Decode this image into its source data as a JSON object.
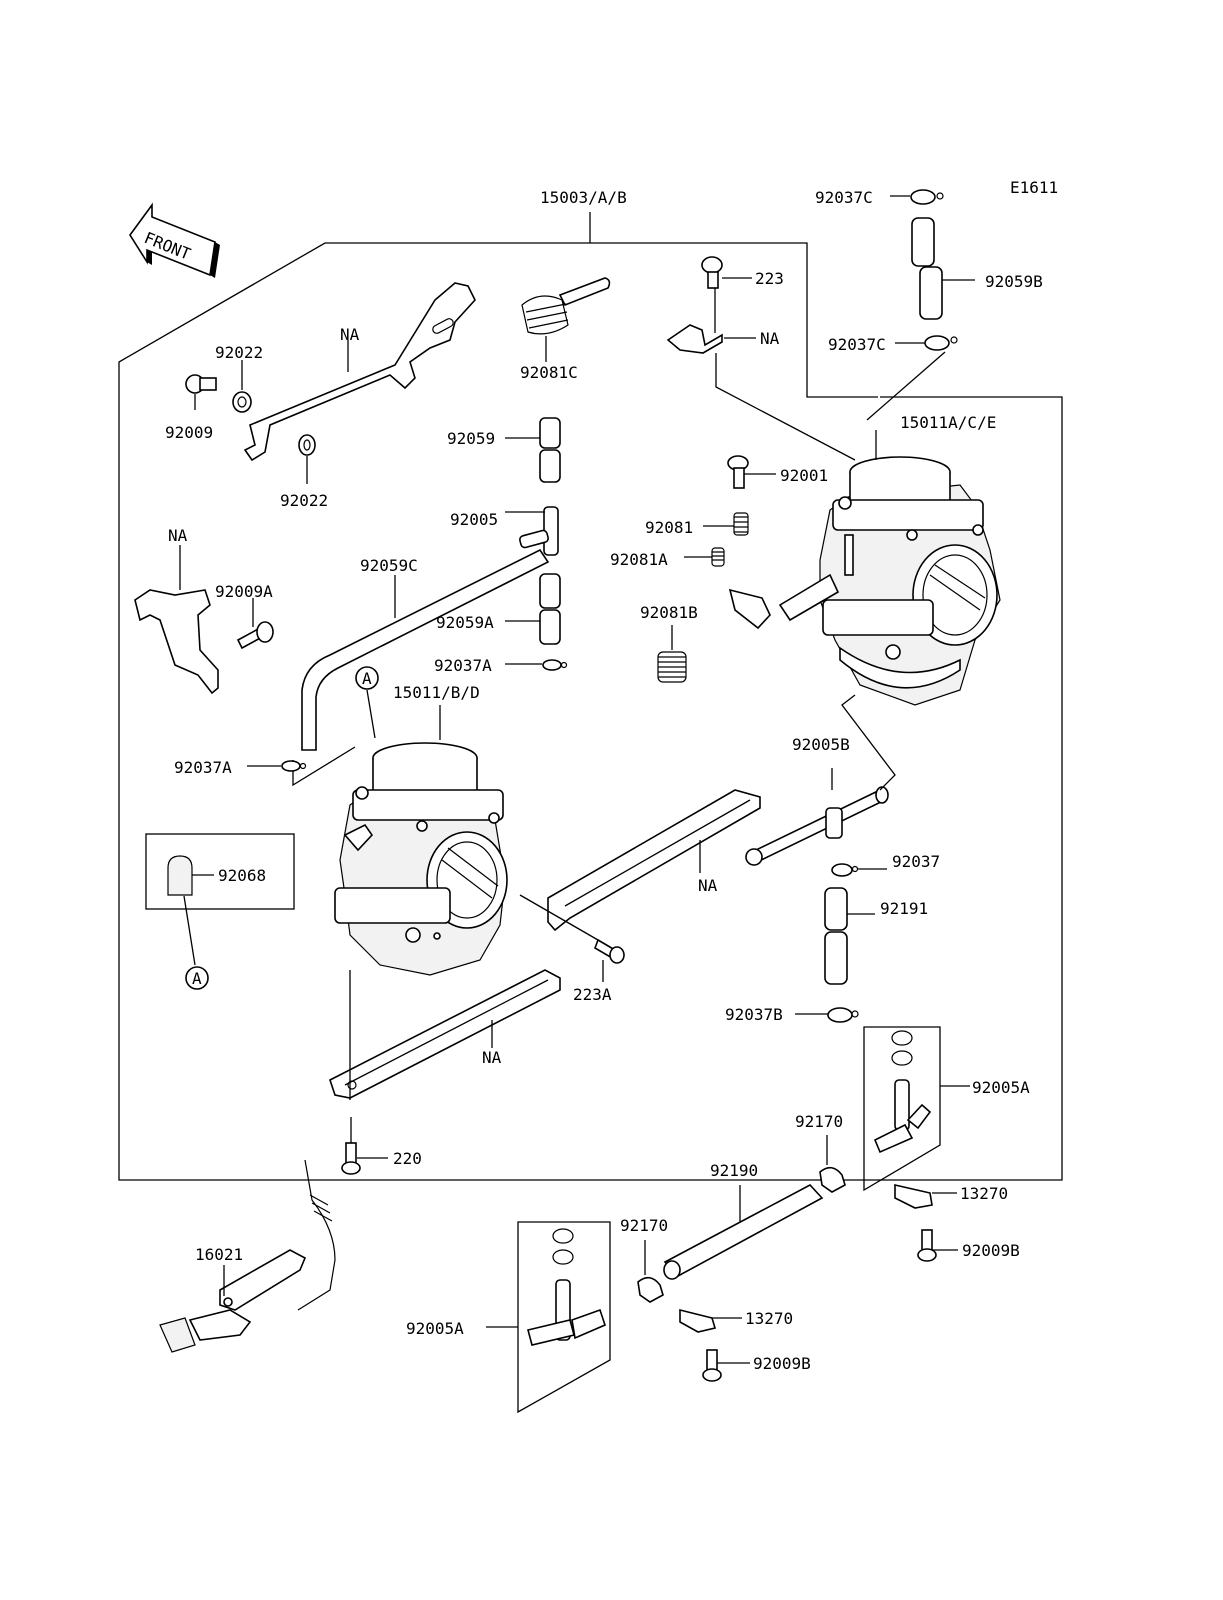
{
  "diagram_id": "E1611",
  "front_label": "FRONT",
  "reference_marker": "A",
  "labels": {
    "assy": "15003/A/B",
    "carb_left": "15011/B/D",
    "carb_right": "15011A/C/E",
    "p92037C_top": "92037C",
    "p92059B": "92059B",
    "p92037C_mid": "92037C",
    "p223": "223",
    "na_bracket_top": "NA",
    "p92081C": "92081C",
    "na_link": "NA",
    "p92022_a": "92022",
    "p92022_b": "92022",
    "p92009": "92009",
    "p92059": "92059",
    "p92005": "92005",
    "p92001": "92001",
    "p92081": "92081",
    "p92081A": "92081A",
    "p92081B": "92081B",
    "na_bracket_left": "NA",
    "p92009A": "92009A",
    "p92059C": "92059C",
    "p92059A": "92059A",
    "p92037A_a": "92037A",
    "p92037A_b": "92037A",
    "p92068": "92068",
    "p92005B": "92005B",
    "p92037": "92037",
    "p92191": "92191",
    "na_bar_right": "NA",
    "p223A": "223A",
    "p92037B": "92037B",
    "na_bar_bottom": "NA",
    "p92005A_right": "92005A",
    "p92170_a": "92170",
    "p220": "220",
    "p92190": "92190",
    "p13270_a": "13270",
    "p92009B_a": "92009B",
    "p16021": "16021",
    "p92170_b": "92170",
    "p92005A_left": "92005A",
    "p13270_b": "13270",
    "p92009B_b": "92009B"
  }
}
